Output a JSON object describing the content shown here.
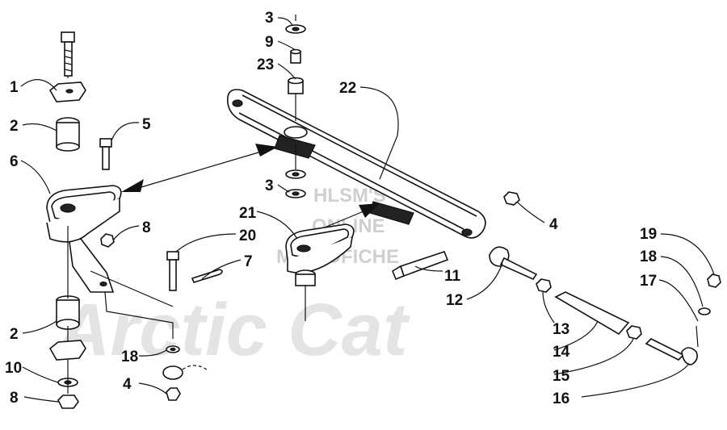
{
  "watermark": {
    "brand": "Arctic Cat",
    "line1": "HLSM'S",
    "line2": "ONLINE",
    "line3": "MICROFICHE"
  },
  "callouts": {
    "c1": "1",
    "c2a": "2",
    "c2b": "2",
    "c3a": "3",
    "c3b": "3",
    "c4a": "4",
    "c4b": "4",
    "c5": "5",
    "c6": "6",
    "c7": "7",
    "c8a": "8",
    "c8b": "8",
    "c9": "9",
    "c10": "10",
    "c11": "11",
    "c12": "12",
    "c13": "13",
    "c14": "14",
    "c15": "15",
    "c16": "16",
    "c17": "17",
    "c18a": "18",
    "c18b": "18",
    "c19": "19",
    "c20": "20",
    "c21": "21",
    "c22": "22",
    "c23": "23"
  }
}
